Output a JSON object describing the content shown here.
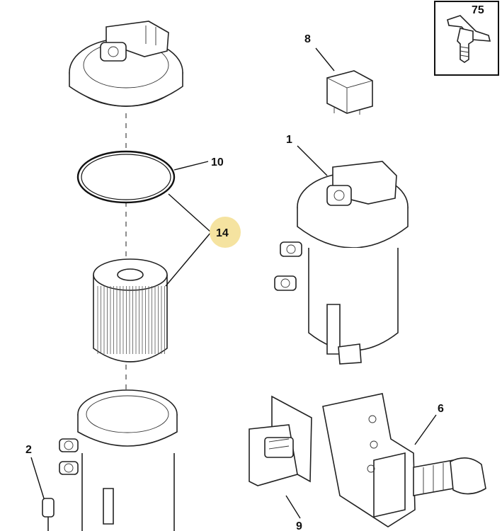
{
  "callouts": [
    {
      "id": "1",
      "text": "1"
    },
    {
      "id": "2",
      "text": "2"
    },
    {
      "id": "6",
      "text": "6"
    },
    {
      "id": "8",
      "text": "8"
    },
    {
      "id": "9",
      "text": "9"
    },
    {
      "id": "10",
      "text": "10"
    },
    {
      "id": "14",
      "text": "14"
    },
    {
      "id": "75",
      "text": "75"
    }
  ],
  "highlight_color": "#f5e3a0"
}
